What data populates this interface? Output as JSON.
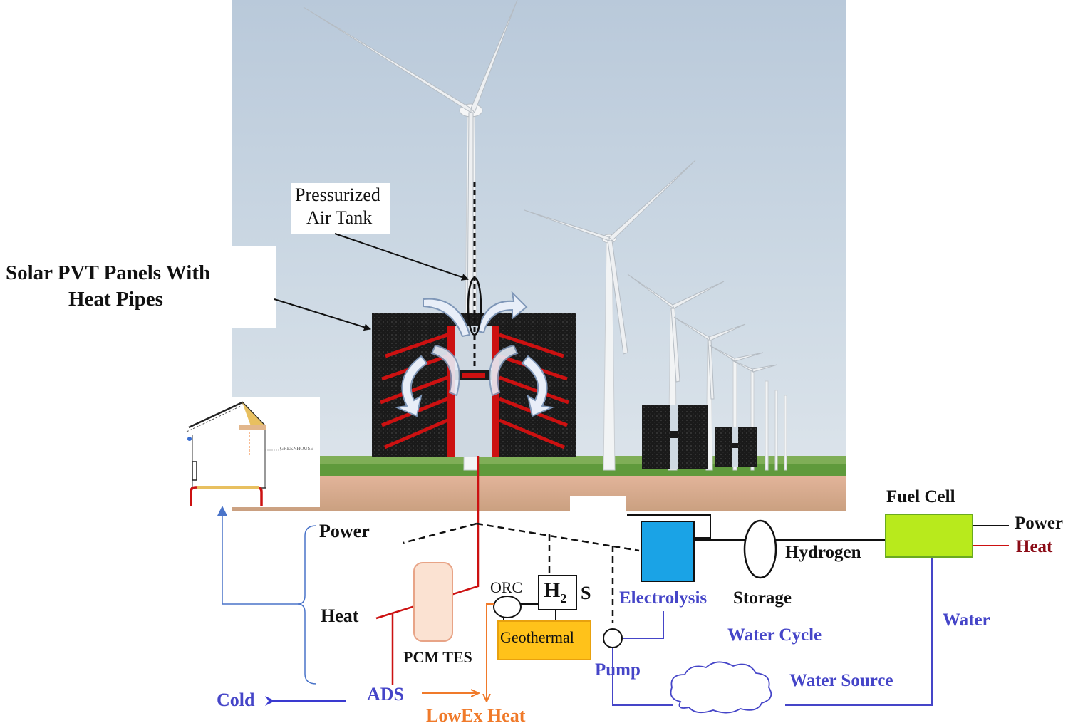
{
  "labels": {
    "pressurized_air_tank": [
      "Pressurized",
      "Air Tank"
    ],
    "solar_pvt_panels": [
      "Solar PVT Panels With",
      "Heat Pipes"
    ],
    "greenhouse": "GREENHOUSE",
    "power_left": "Power",
    "heat_left": "Heat",
    "pcm_tes": "PCM TES",
    "ads": "ADS",
    "cold": "Cold",
    "lowex_heat": "LowEx Heat",
    "orc": "ORC",
    "h2s_h": "H",
    "h2s_sub": "2",
    "h2s_s": "S",
    "geothermal": "Geothermal",
    "electrolysis": "Electrolysis",
    "storage": "Storage",
    "hydrogen": "Hydrogen",
    "fuel_cell": "Fuel Cell",
    "power_right": "Power",
    "heat_right": "Heat",
    "water": "Water",
    "water_cycle": "Water Cycle",
    "water_source": "Water Source",
    "pump": "Pump"
  },
  "colors": {
    "blue_text": "#4545c8",
    "orange_text": "#f07a2a",
    "heat_red": "#8b0b16",
    "pipe_red": "#cc1111",
    "electrolysis_fill": "#1aa3e6",
    "fuel_cell_fill": "#b8ea1c",
    "geothermal_fill": "#ffc21a",
    "pcm_fill": "#fbe2d2",
    "arrow_blue": "#4a74c9"
  }
}
